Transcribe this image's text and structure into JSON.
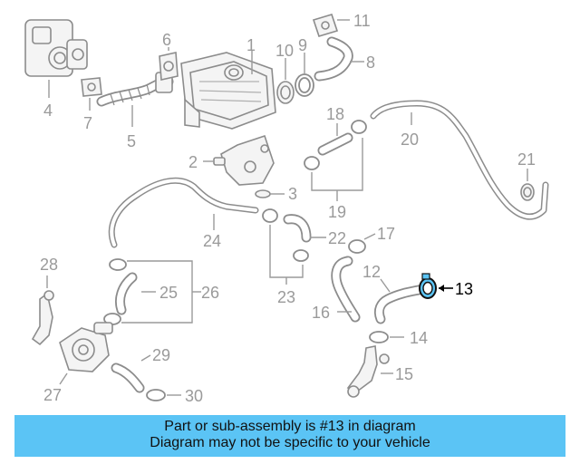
{
  "diagram": {
    "highlight_color": "#5bc4f5",
    "callouts": [
      "1",
      "2",
      "3",
      "4",
      "5",
      "6",
      "7",
      "8",
      "9",
      "10",
      "11",
      "12",
      "13",
      "14",
      "15",
      "16",
      "17",
      "18",
      "19",
      "20",
      "21",
      "22",
      "23",
      "24",
      "25",
      "26",
      "27",
      "28",
      "29",
      "30"
    ],
    "highlighted_callout": "13"
  },
  "banner": {
    "line1": "Part or sub-assembly is #13 in diagram",
    "line2": "Diagram may not be specific to your vehicle"
  }
}
